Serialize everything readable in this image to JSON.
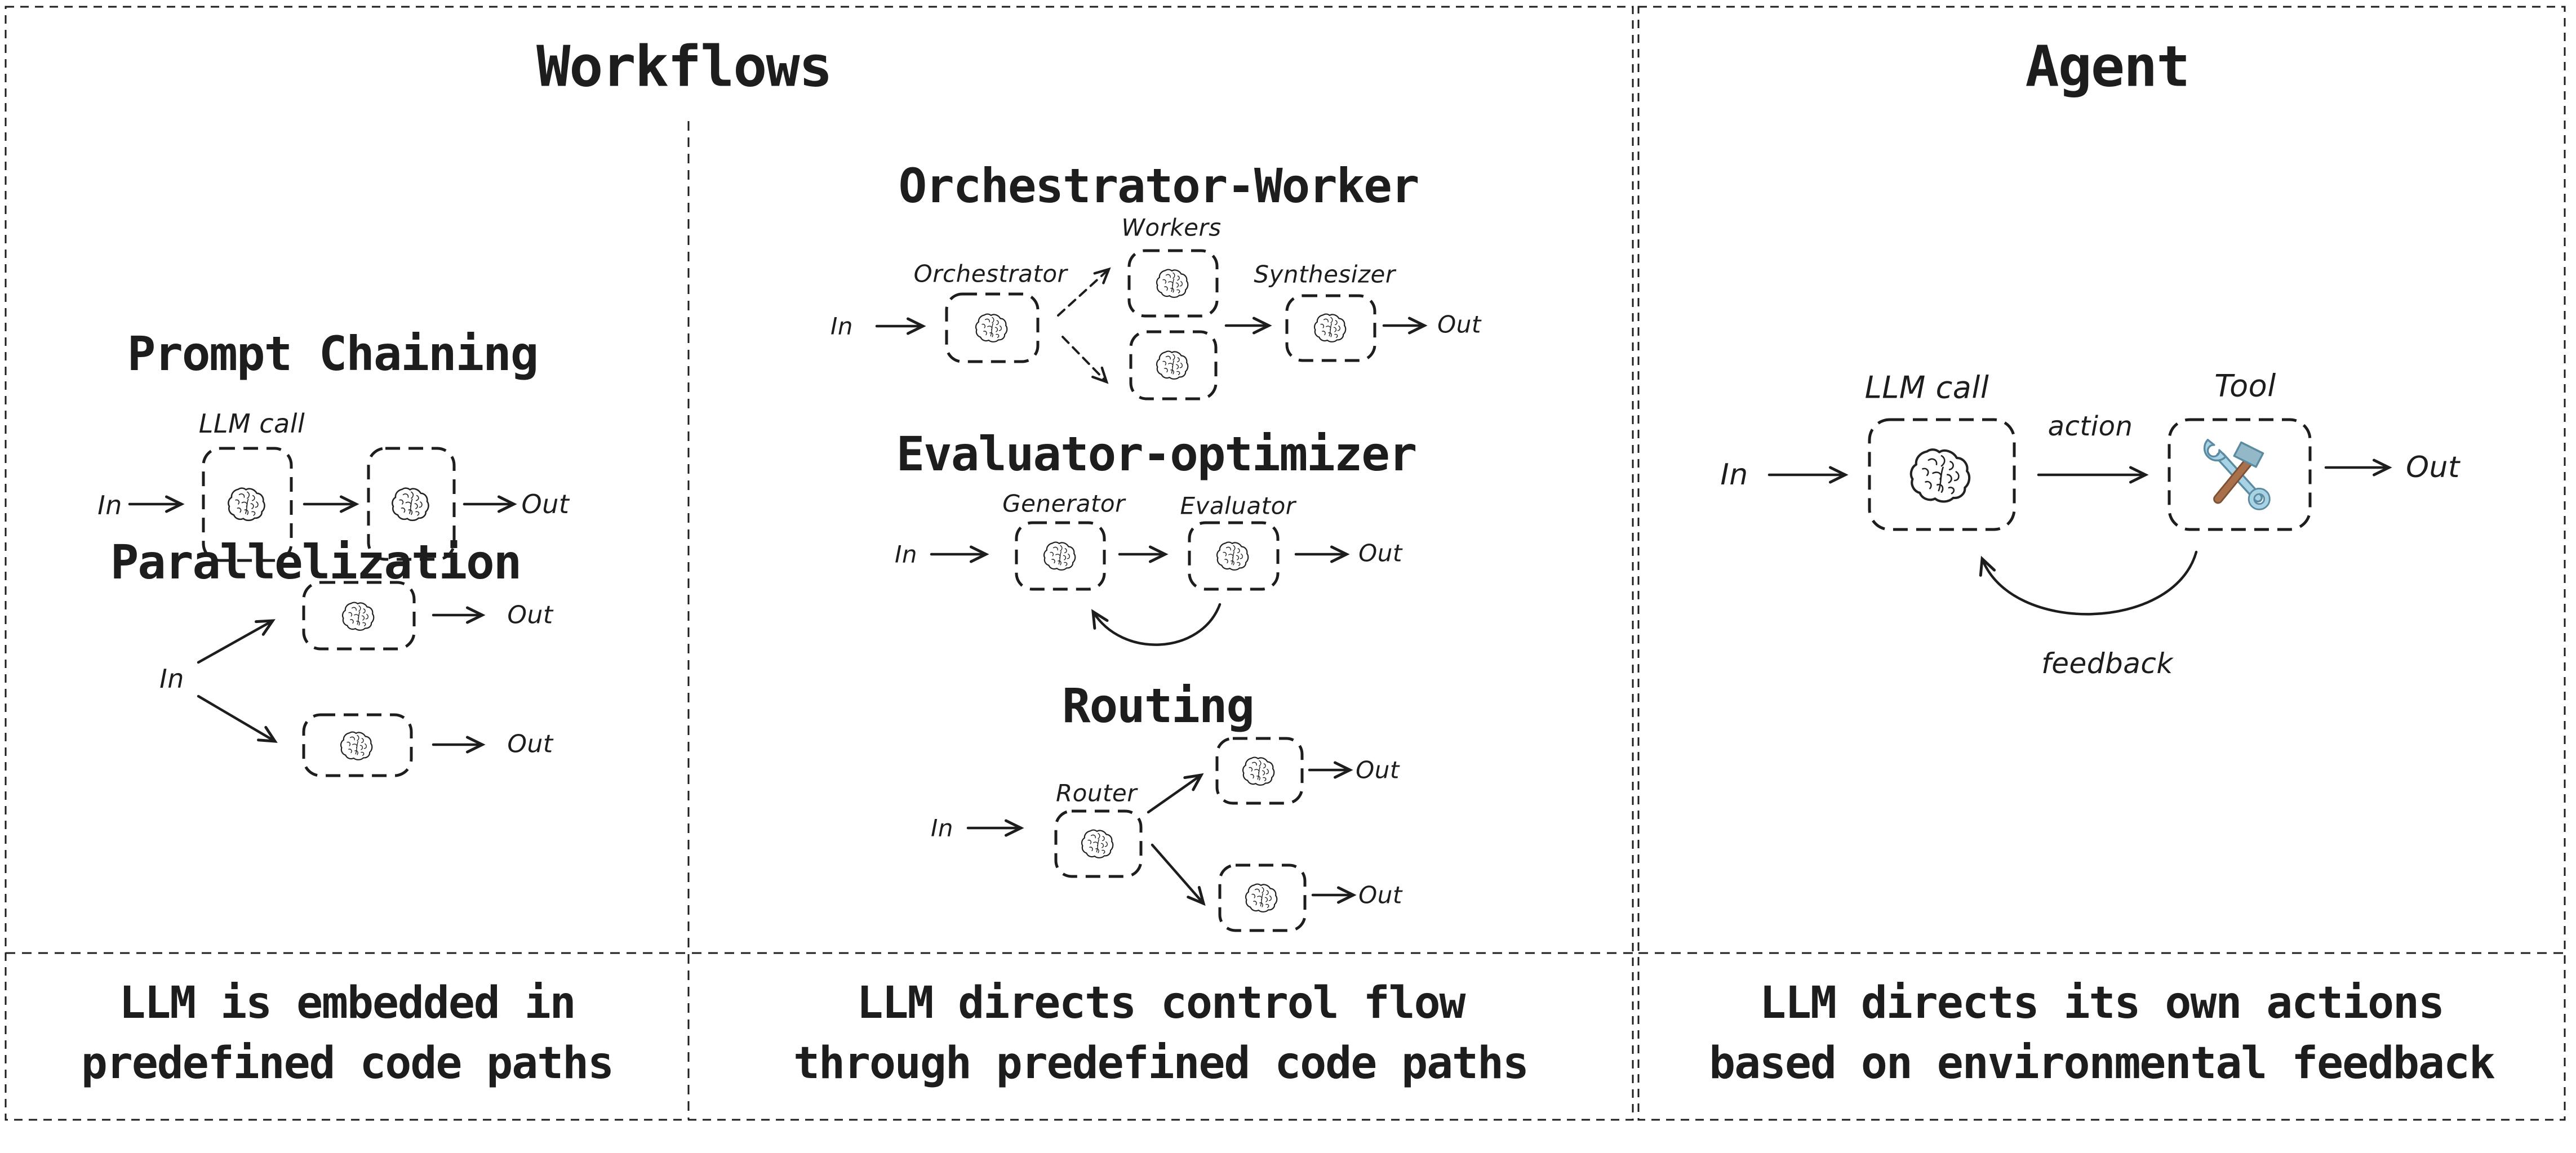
{
  "panels": {
    "workflows": {
      "title": "Workflows"
    },
    "agent": {
      "title": "Agent"
    }
  },
  "sections": {
    "prompt_chaining": {
      "title": "Prompt Chaining",
      "box_label": "LLM call",
      "in": "In",
      "out": "Out"
    },
    "parallelization": {
      "title": "Parallelization",
      "in": "In",
      "out_top": "Out",
      "out_bottom": "Out"
    },
    "orchestrator_worker": {
      "title": "Orchestrator-Worker",
      "workers_label": "Workers",
      "orchestrator_label": "Orchestrator",
      "synthesizer_label": "Synthesizer",
      "in": "In",
      "out": "Out"
    },
    "evaluator_optimizer": {
      "title": "Evaluator-optimizer",
      "generator_label": "Generator",
      "evaluator_label": "Evaluator",
      "in": "In",
      "out": "Out"
    },
    "routing": {
      "title": "Routing",
      "router_label": "Router",
      "in": "In",
      "out_top": "Out",
      "out_bottom": "Out"
    },
    "agent_loop": {
      "llm_label": "LLM call",
      "tool_label": "Tool",
      "action_label": "action",
      "feedback_label": "feedback",
      "in": "In",
      "out": "Out"
    }
  },
  "captions": {
    "workflows_left": {
      "line1": "LLM is embedded in",
      "line2": "predefined code paths"
    },
    "workflows_middle": {
      "line1": "LLM directs control flow",
      "line2": "through predefined code paths"
    },
    "agent": {
      "line1": "LLM directs its own actions",
      "line2": "based on environmental feedback"
    }
  },
  "icons": {
    "brain": "brain-icon",
    "tools": "hammer-and-wrench-icon"
  },
  "colors": {
    "ink": "#1d1d1d",
    "wrench_blue": "#a8d3e4",
    "wrench_blue_dark": "#5b8ba0",
    "hammer_brown": "#a9714b",
    "hammer_brown_dark": "#7d4f33"
  }
}
